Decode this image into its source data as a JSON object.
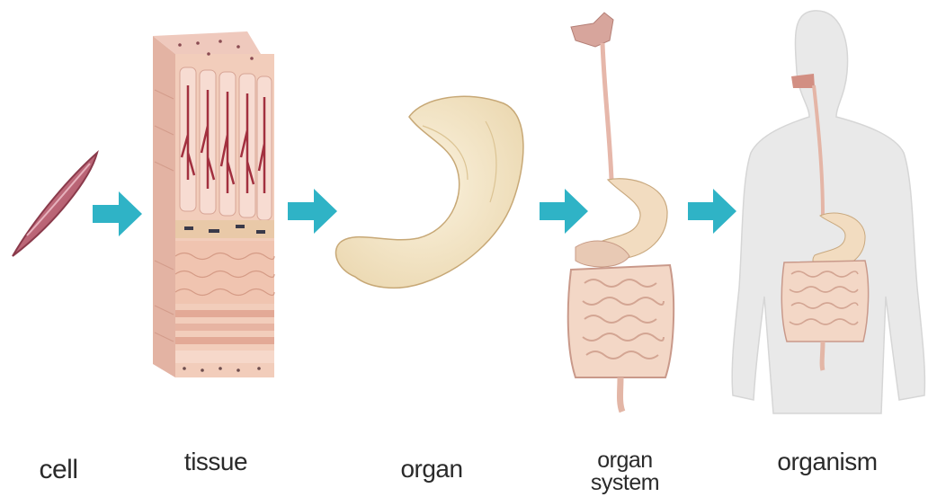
{
  "colors": {
    "arrow": "#2fb3c6",
    "cell": "#b5596b",
    "tissue": "#f2cdbb",
    "stomach": "#f6e9cc",
    "intestine": "#f2d5c2",
    "body_silhouette": "#e9e9e9"
  },
  "stages": [
    {
      "id": "cell",
      "label": "cell"
    },
    {
      "id": "tissue",
      "label": "tissue"
    },
    {
      "id": "organ",
      "label": "organ"
    },
    {
      "id": "organ_system",
      "label_line1": "organ",
      "label_line2": "system"
    },
    {
      "id": "organism",
      "label": "organism"
    }
  ],
  "icons": [
    "arrow-right-icon"
  ]
}
